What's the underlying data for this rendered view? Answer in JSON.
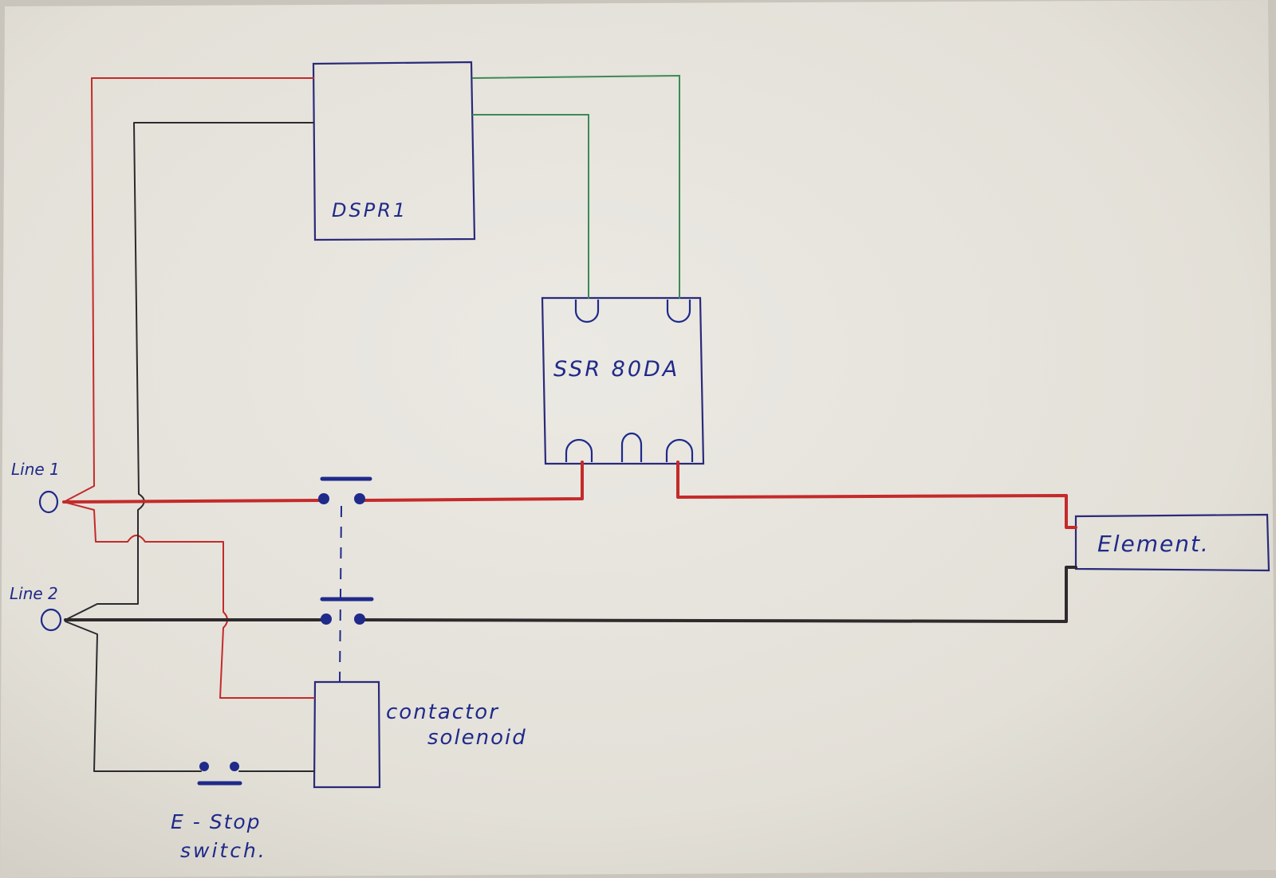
{
  "labels": {
    "dspr1": "DSPR1",
    "ssr": "SSR 80DA",
    "element": "Element.",
    "line1": "Line 1",
    "line2": "Line 2",
    "contactor_line1": "contactor",
    "contactor_line2": "solenoid",
    "estop_line1": "E - Stop",
    "estop_line2": "switch."
  },
  "colors": {
    "paper": "#e6e3dc",
    "ink_blue": "#1f2a8a",
    "wire_red": "#c42a2a",
    "wire_black": "#2b2b2e",
    "wire_green": "#3d8a55"
  }
}
